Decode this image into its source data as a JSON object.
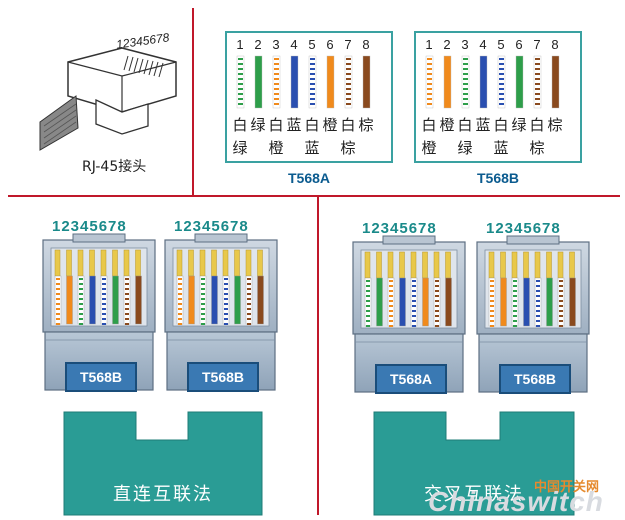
{
  "connector": {
    "pin_numbers": "12345678",
    "label": "RJ-45接头"
  },
  "standards": [
    {
      "name": "T568A",
      "pins": [
        "1",
        "2",
        "3",
        "4",
        "5",
        "6",
        "7",
        "8"
      ],
      "top_row": [
        "白",
        "绿",
        "白",
        "蓝",
        "白",
        "橙",
        "白",
        "棕"
      ],
      "bottom_row": [
        "绿",
        "",
        "橙",
        "",
        "蓝",
        "",
        "棕",
        ""
      ],
      "wire_colors": [
        "#2e9e4a",
        "#2e9e4a",
        "#f08a1c",
        "#2a4fb0",
        "#2a4fb0",
        "#f08a1c",
        "#8a4a1e",
        "#8a4a1e"
      ],
      "wire_striped": [
        true,
        false,
        true,
        false,
        true,
        false,
        true,
        false
      ]
    },
    {
      "name": "T568B",
      "pins": [
        "1",
        "2",
        "3",
        "4",
        "5",
        "6",
        "7",
        "8"
      ],
      "top_row": [
        "白",
        "橙",
        "白",
        "蓝",
        "白",
        "绿",
        "白",
        "棕"
      ],
      "bottom_row": [
        "橙",
        "",
        "绿",
        "",
        "蓝",
        "",
        "棕",
        ""
      ],
      "wire_colors": [
        "#f08a1c",
        "#f08a1c",
        "#2e9e4a",
        "#2a4fb0",
        "#2a4fb0",
        "#2e9e4a",
        "#8a4a1e",
        "#8a4a1e"
      ],
      "wire_striped": [
        true,
        false,
        true,
        false,
        true,
        false,
        true,
        false
      ]
    }
  ],
  "connections": [
    {
      "title": "直连互联法",
      "plug_numbers": [
        "12345678",
        "12345678"
      ],
      "plug_labels": [
        "T568B",
        "T568B"
      ]
    },
    {
      "title": "交叉互联法",
      "plug_numbers": [
        "12345678",
        "12345678"
      ],
      "plug_labels": [
        "T568A",
        "T568B"
      ]
    }
  ],
  "watermark": {
    "cn": "中国开关网",
    "en": "Chinaswitch"
  },
  "colors": {
    "divider": "#c0182a",
    "panel_border": "#3aa1a1",
    "cable_teal": "#2a9c95",
    "plug_body": "#aab9c8",
    "badge_blue": "#3a79b3"
  }
}
